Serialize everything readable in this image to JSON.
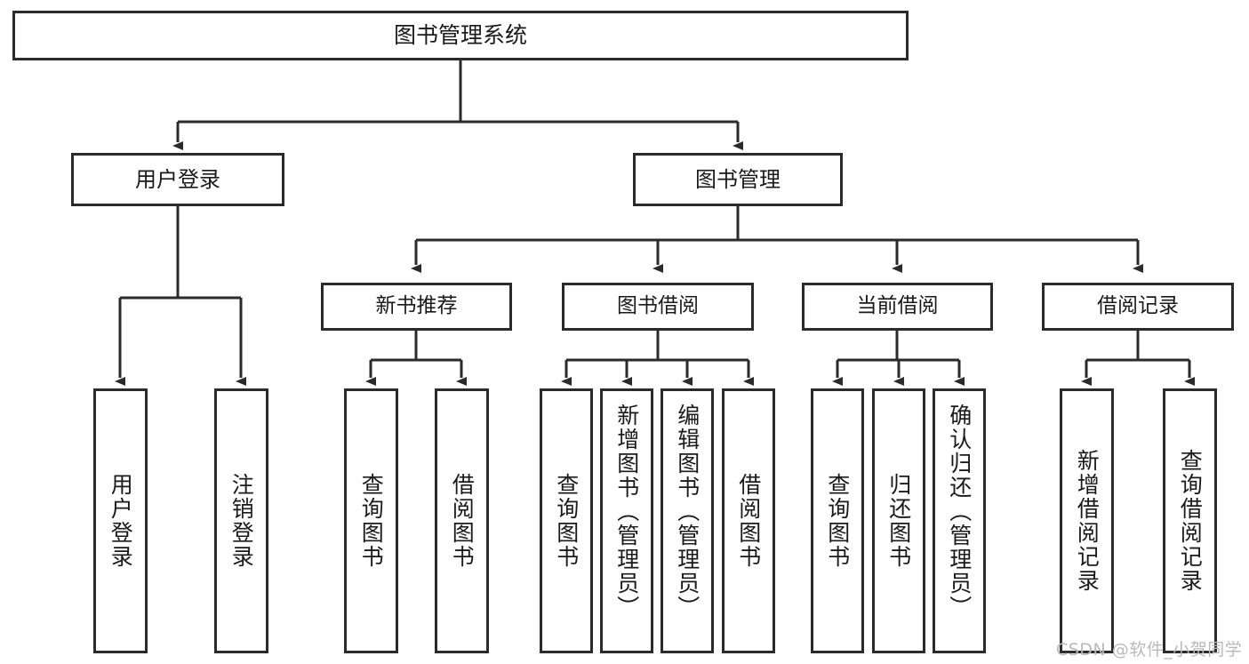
{
  "diagram": {
    "type": "tree",
    "title": "图书管理系统",
    "root": {
      "label": "图书管理系统"
    },
    "level1": [
      {
        "label": "用户登录"
      },
      {
        "label": "图书管理"
      }
    ],
    "level2": [
      {
        "label": "新书推荐"
      },
      {
        "label": "图书借阅"
      },
      {
        "label": "当前借阅"
      },
      {
        "label": "借阅记录"
      }
    ],
    "leaves": {
      "user_login": [
        {
          "label": "用户登录"
        },
        {
          "label": "注销登录"
        }
      ],
      "new_book_recommend": [
        {
          "label": "查询图书"
        },
        {
          "label": "借阅图书"
        }
      ],
      "book_borrow": [
        {
          "label": "查询图书"
        },
        {
          "label": "新增图书（管理员）"
        },
        {
          "label": "编辑图书（管理员）"
        },
        {
          "label": "借阅图书"
        }
      ],
      "current_borrow": [
        {
          "label": "查询图书"
        },
        {
          "label": "归还图书"
        },
        {
          "label": "确认归还（管理员）"
        }
      ],
      "borrow_record": [
        {
          "label": "新增借阅记录"
        },
        {
          "label": "查询借阅记录"
        }
      ]
    },
    "watermark": "CSDN @软件_小贺同学",
    "colors": {
      "stroke": "#2b2b2b",
      "fill": "#ffffff",
      "text": "#1a1a1a",
      "watermark": "#b9b9b9"
    }
  }
}
